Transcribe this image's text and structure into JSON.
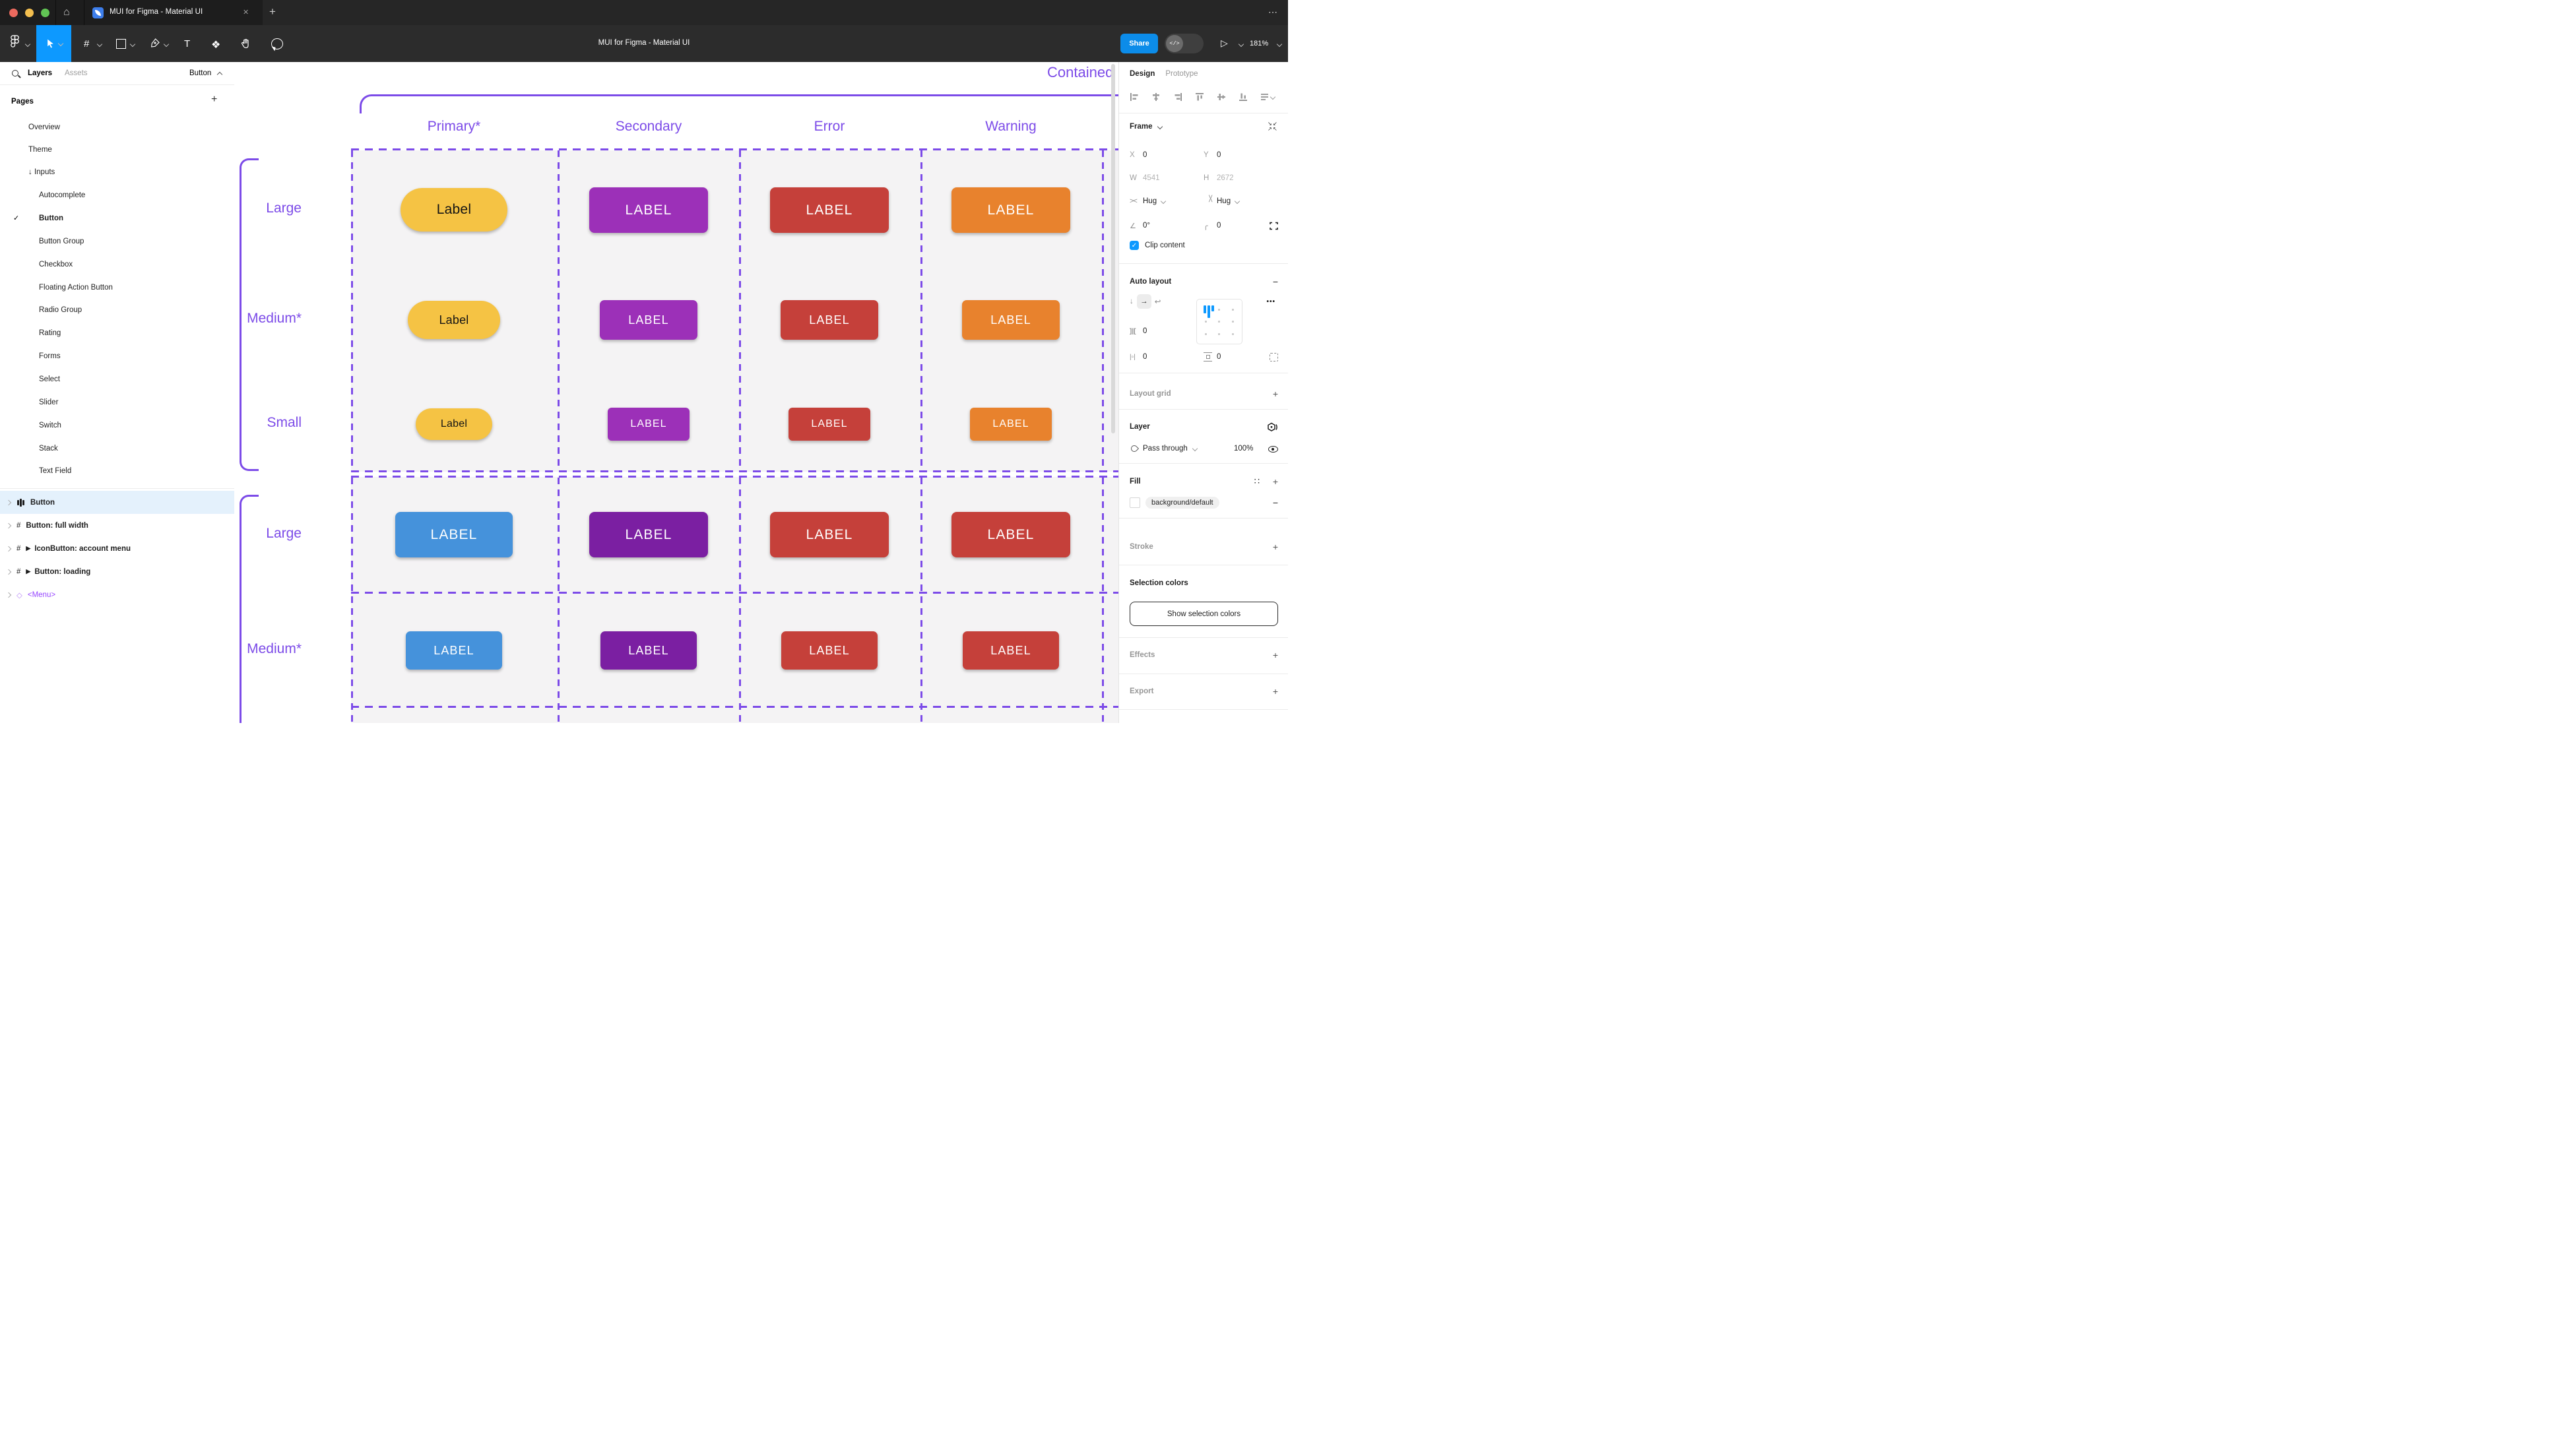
{
  "window": {
    "tab_title": "MUI for Figma - Material UI"
  },
  "toolbar": {
    "doc_title": "MUI for Figma - Material UI",
    "share_label": "Share",
    "zoom_level": "181%"
  },
  "icons": {
    "home": "⌂",
    "close": "✕",
    "new_tab": "+",
    "overflow": "⋯",
    "frame_tool": "#",
    "text_tool": "T",
    "components_tool": "❖",
    "play": "▷",
    "devmode": "</>",
    "check": "✓",
    "down_arrow": "↓",
    "component_marker": "▶",
    "diamond": "◇",
    "frame_layer": "#",
    "collapse_tl": "↘",
    "collapse_tr": "↙",
    "collapse_bl": "↗",
    "collapse_br": "↖",
    "hug_h": "><",
    "angle": "∠",
    "corner": "╭",
    "al_down": "↓",
    "al_right": "→",
    "al_wrap": "↩",
    "more": "•••",
    "gap": "]|[",
    "pad_h": "|▫|",
    "styles": "∷",
    "plus": "+",
    "minus": "−"
  },
  "left_sidebar": {
    "tab_layers": "Layers",
    "tab_assets": "Assets",
    "page_switcher": "Button",
    "pages_header": "Pages",
    "pages": [
      {
        "label": "Overview"
      },
      {
        "label": "Theme"
      },
      {
        "label": "Inputs"
      },
      {
        "label": "Autocomplete"
      },
      {
        "label": "Button"
      },
      {
        "label": "Button Group"
      },
      {
        "label": "Checkbox"
      },
      {
        "label": "Floating Action Button"
      },
      {
        "label": "Radio Group"
      },
      {
        "label": "Rating"
      },
      {
        "label": "Forms"
      },
      {
        "label": "Select"
      },
      {
        "label": "Slider"
      },
      {
        "label": "Switch"
      },
      {
        "label": "Stack"
      },
      {
        "label": "Text Field"
      }
    ],
    "layers": [
      {
        "label": "Button"
      },
      {
        "label": "Button: full width"
      },
      {
        "label": "IconButton: account menu"
      },
      {
        "label": "Button: loading"
      },
      {
        "label": "<Menu>"
      }
    ]
  },
  "canvas": {
    "frame_title": "Contained",
    "columns": [
      "Primary*",
      "Secondary",
      "Error",
      "Warning"
    ],
    "palette": {
      "primary_yellow": "#F5C344",
      "secondary_purple": "#9C30B8",
      "error_red": "#C5403A",
      "warning_orange": "#E8822D",
      "primary_blue": "#4592DB",
      "secondary_deep_purple": "#7B1FA2",
      "annotation_purple": "#7C4BE8"
    },
    "sections": [
      {
        "rows": [
          {
            "label": "Large",
            "buttons": [
              {
                "label": "Label"
              },
              {
                "label": "LABEL"
              },
              {
                "label": "LABEL"
              },
              {
                "label": "LABEL"
              }
            ]
          },
          {
            "label": "Medium*",
            "buttons": [
              {
                "label": "Label"
              },
              {
                "label": "LABEL"
              },
              {
                "label": "LABEL"
              },
              {
                "label": "LABEL"
              }
            ]
          },
          {
            "label": "Small",
            "buttons": [
              {
                "label": "Label"
              },
              {
                "label": "LABEL"
              },
              {
                "label": "LABEL"
              },
              {
                "label": "LABEL"
              }
            ]
          }
        ]
      },
      {
        "rows": [
          {
            "label": "Large",
            "buttons": [
              {
                "label": "LABEL"
              },
              {
                "label": "LABEL"
              },
              {
                "label": "LABEL"
              },
              {
                "label": "LABEL"
              }
            ]
          },
          {
            "label": "Medium*",
            "buttons": [
              {
                "label": "LABEL"
              },
              {
                "label": "LABEL"
              },
              {
                "label": "LABEL"
              },
              {
                "label": "LABEL"
              }
            ]
          }
        ]
      }
    ]
  },
  "right_panel": {
    "tab_design": "Design",
    "tab_prototype": "Prototype",
    "frame": {
      "header": "Frame",
      "x_label": "X",
      "x": "0",
      "y_label": "Y",
      "y": "0",
      "w_label": "W",
      "w": "4541",
      "h_label": "H",
      "h": "2672",
      "h_resize": "Hug",
      "v_resize": "Hug",
      "rotation": "0°",
      "corner_radius": "0",
      "clip_label": "Clip content"
    },
    "auto_layout": {
      "header": "Auto layout",
      "gap": "0",
      "padding_h": "0",
      "padding_v": "0"
    },
    "layout_grid": {
      "header": "Layout grid"
    },
    "layer": {
      "header": "Layer",
      "blend_mode": "Pass through",
      "opacity": "100%"
    },
    "fill": {
      "header": "Fill",
      "style_name": "background/default"
    },
    "stroke": {
      "header": "Stroke"
    },
    "selection_colors": {
      "header": "Selection colors",
      "show_button": "Show selection colors"
    },
    "effects": {
      "header": "Effects"
    },
    "export": {
      "header": "Export"
    }
  }
}
